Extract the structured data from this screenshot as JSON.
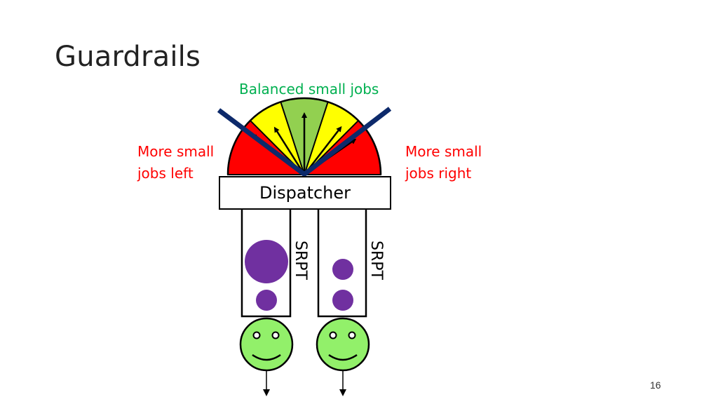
{
  "slide": {
    "title": "Guardrails",
    "number": "16"
  },
  "gauge": {
    "center_label": "Balanced small jobs",
    "left_label_line1": "More small",
    "left_label_line2": "jobs left",
    "right_label_line1": "More small",
    "right_label_line2": "jobs right",
    "colors": {
      "outer": "#ff0000",
      "middle": "#ffff00",
      "center": "#92d050",
      "guardrail": "#0d2a6b",
      "balanced_text": "#00b050",
      "side_text": "#ff0000"
    }
  },
  "dispatcher": {
    "label": "Dispatcher"
  },
  "queues": [
    {
      "policy_label": "SRPT",
      "jobs": [
        "large",
        "small"
      ]
    },
    {
      "policy_label": "SRPT",
      "jobs": [
        "small",
        "small"
      ]
    }
  ],
  "servers": [
    {
      "icon": "smiley-server-icon",
      "color": "#92f06a"
    },
    {
      "icon": "smiley-server-icon",
      "color": "#92f06a"
    }
  ],
  "job_color": "#7030a0"
}
